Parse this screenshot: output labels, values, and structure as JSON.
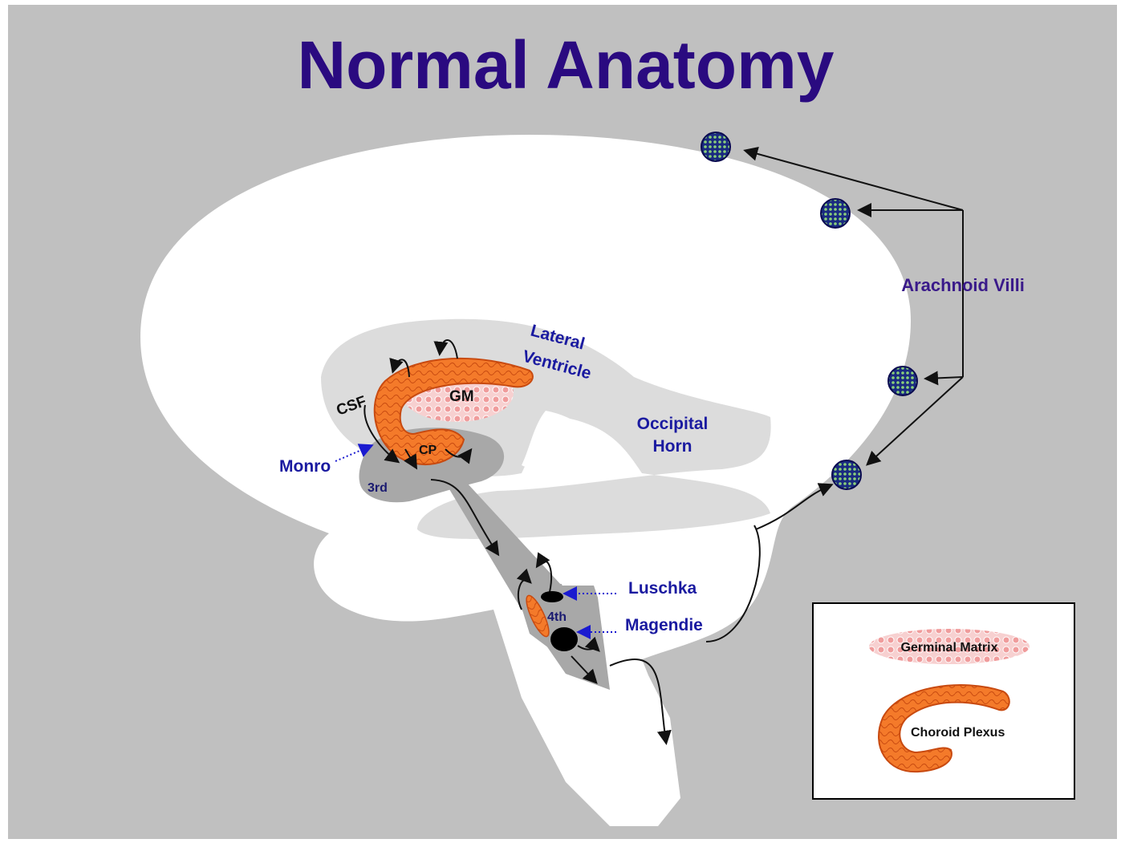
{
  "title": "Normal Anatomy",
  "labels": {
    "lateral_ventricle_line1": "Lateral",
    "lateral_ventricle_line2": "Ventricle",
    "gm": "GM",
    "csf": "CSF",
    "cp": "CP",
    "monro": "Monro",
    "third": "3rd",
    "occipital_line1": "Occipital",
    "occipital_line2": "Horn",
    "arachnoid_villi": "Arachnoid Villi",
    "luschka": "Luschka",
    "magendie": "Magendie",
    "fourth": "4th"
  },
  "legend": {
    "germinal_matrix": "Germinal Matrix",
    "choroid_plexus": "Choroid Plexus"
  },
  "colors": {
    "background": "#c0c0c0",
    "title": "#2a0a80",
    "label_blue": "#1a1aa0",
    "choroid_plexus": "#f07020",
    "germinal_matrix": "#f6c8c8",
    "ventricle": "#dcdcdc",
    "third_ventricle": "#a8a8a8",
    "villi": "#1a2a80"
  }
}
